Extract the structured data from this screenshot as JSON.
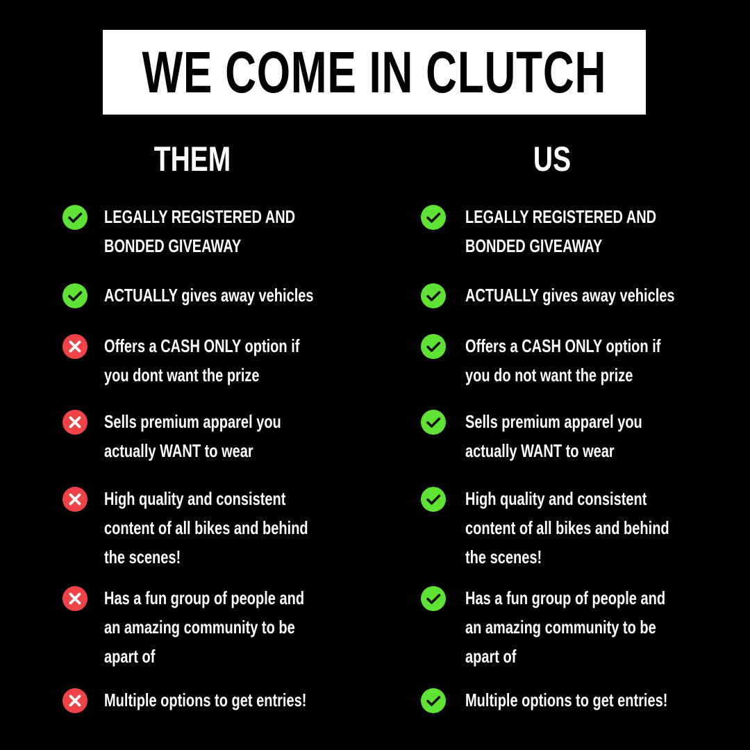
{
  "title": "WE COME IN CLUTCH",
  "colors": {
    "check": "#5ee234",
    "cross": "#ef4347",
    "background": "#000000"
  },
  "columns": [
    {
      "heading": "THEM",
      "items": [
        {
          "status": "check",
          "lines": [
            "LEGALLY REGISTERED AND",
            "BONDED GIVEAWAY"
          ]
        },
        {
          "status": "check",
          "lines": [
            "ACTUALLY gives away vehicles"
          ]
        },
        {
          "status": "cross",
          "lines": [
            "Offers a CASH ONLY option if",
            "you dont want the prize"
          ]
        },
        {
          "status": "cross",
          "lines": [
            "Sells premium apparel you",
            "actually WANT to wear"
          ]
        },
        {
          "status": "cross",
          "lines": [
            "High quality and consistent",
            "content of all bikes and behind",
            "the scenes!"
          ]
        },
        {
          "status": "cross",
          "lines": [
            "Has a fun group of people and",
            "an amazing community to be",
            "apart of"
          ]
        },
        {
          "status": "cross",
          "lines": [
            "Multiple options to get entries!"
          ]
        }
      ]
    },
    {
      "heading": "US",
      "items": [
        {
          "status": "check",
          "lines": [
            "LEGALLY REGISTERED AND",
            "BONDED GIVEAWAY"
          ]
        },
        {
          "status": "check",
          "lines": [
            "ACTUALLY gives away vehicles"
          ]
        },
        {
          "status": "check",
          "lines": [
            "Offers a CASH ONLY option if",
            "you do not want the prize"
          ]
        },
        {
          "status": "check",
          "lines": [
            "Sells premium apparel you",
            "actually WANT to wear"
          ]
        },
        {
          "status": "check",
          "lines": [
            "High quality and consistent",
            "content of all bikes and behind",
            "the scenes!"
          ]
        },
        {
          "status": "check",
          "lines": [
            "Has a fun group of people and",
            "an amazing community to be",
            "apart of"
          ]
        },
        {
          "status": "check",
          "lines": [
            "Multiple options to get entries!"
          ]
        }
      ]
    }
  ]
}
